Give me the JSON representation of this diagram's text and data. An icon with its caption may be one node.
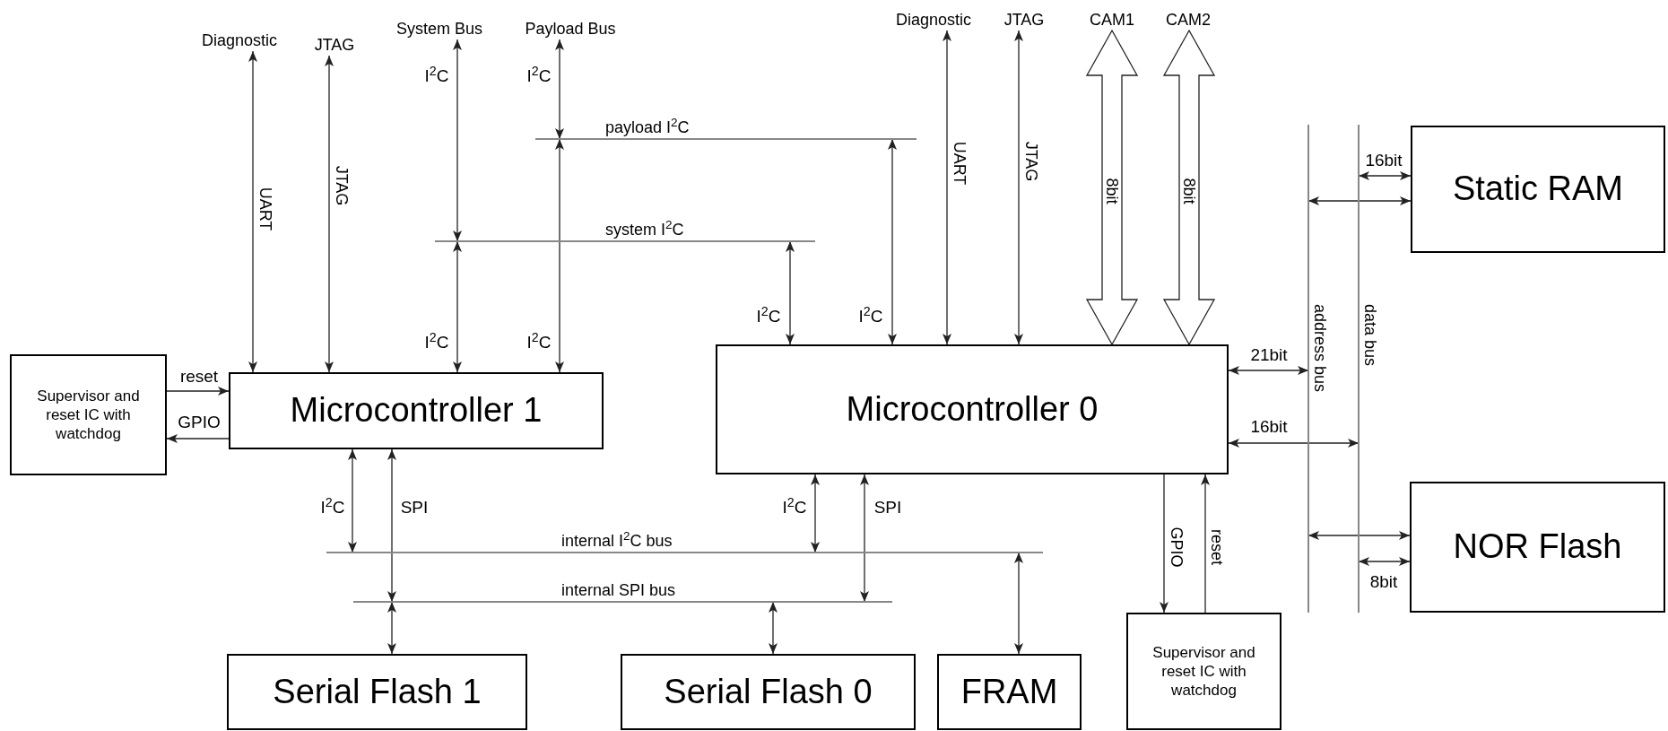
{
  "diagram": {
    "nodes": [
      {
        "text": [
          "Diagnostic"
        ]
      },
      {
        "text": [
          "JTAG"
        ]
      },
      {
        "text": [
          "System Bus"
        ]
      },
      {
        "text": [
          "Payload Bus"
        ]
      },
      {
        "text": [
          "Diagnostic"
        ]
      },
      {
        "text": [
          "JTAG"
        ]
      },
      {
        "text": [
          "CAM1"
        ]
      },
      {
        "text": [
          "CAM2"
        ]
      },
      {
        "text": [
          "payload I$^{2}$C"
        ]
      },
      {
        "text": [
          "system I$^{2}$C"
        ]
      },
      {
        "text": [
          "Static RAM"
        ]
      },
      {
        "text": [
          "address bus"
        ]
      },
      {
        "text": [
          "data bus"
        ]
      },
      {
        "text": [
          "Supervisor and reset IC with watchdog"
        ]
      },
      {
        "text": [
          "Microcontroller 1"
        ]
      },
      {
        "text": [
          "Microcontroller 0"
        ]
      },
      {
        "text": [
          "NOR Flash"
        ]
      },
      {
        "text": [
          "internal I$^{2}$C bus"
        ]
      },
      {
        "text": [
          "internal SPI bus"
        ]
      },
      {
        "text": [
          "Supervisor and reset IC with watchdog"
        ]
      },
      {
        "text": [
          "Serial Flash 1"
        ]
      },
      {
        "text": [
          "Serial Flash 0"
        ]
      },
      {
        "text": [
          "FRAM"
        ]
      }
    ],
    "edges": [
      {
        "from": 14,
        "to": 0,
        "arrow": "both",
        "label": "UART"
      },
      {
        "from": 14,
        "to": 1,
        "arrow": "both",
        "label": "JTAG"
      },
      {
        "from": 9,
        "to": 2,
        "arrow": "both",
        "label": "I$^{2}$C"
      },
      {
        "from": 8,
        "to": 3,
        "arrow": "both",
        "label": "I$^{2}$C"
      },
      {
        "from": 14,
        "to": 9,
        "arrow": "both",
        "label": "I$^{2}$C"
      },
      {
        "from": 14,
        "to": 8,
        "arrow": "both",
        "label": "I$^{2}$C"
      },
      {
        "from": 15,
        "to": 9,
        "arrow": "both",
        "label": "I$^{2}$C"
      },
      {
        "from": 15,
        "to": 8,
        "arrow": "both",
        "label": "I$^{2}$C"
      },
      {
        "from": 15,
        "to": 4,
        "arrow": "both",
        "label": "UART"
      },
      {
        "from": 15,
        "to": 5,
        "arrow": "both",
        "label": "JTAG"
      },
      {
        "from": 15,
        "to": 6,
        "arrow": "both",
        "label": "8bit",
        "style": "thick"
      },
      {
        "from": 15,
        "to": 7,
        "arrow": "both",
        "label": "8bit",
        "style": "thick"
      },
      {
        "from": 12,
        "to": 10,
        "arrow": "both",
        "label": "16bit"
      },
      {
        "from": 11,
        "to": 10,
        "arrow": "both"
      },
      {
        "from": 15,
        "to": 11,
        "arrow": "both",
        "label": "21bit"
      },
      {
        "from": 15,
        "to": 12,
        "arrow": "both",
        "label": "16bit"
      },
      {
        "from": 13,
        "to": 14,
        "arrow": "to",
        "label": "reset"
      },
      {
        "from": 14,
        "to": 13,
        "arrow": "to",
        "label": "GPIO"
      },
      {
        "from": 14,
        "to": 17,
        "arrow": "both",
        "label": "I$^{2}$C"
      },
      {
        "from": 14,
        "to": 18,
        "arrow": "both",
        "label": "SPI"
      },
      {
        "from": 15,
        "to": 17,
        "arrow": "both",
        "label": "I$^{2}$C"
      },
      {
        "from": 15,
        "to": 18,
        "arrow": "both",
        "label": "SPI"
      },
      {
        "from": 18,
        "to": 20,
        "arrow": "both"
      },
      {
        "from": 18,
        "to": 21,
        "arrow": "both"
      },
      {
        "from": 17,
        "to": 22,
        "arrow": "both"
      },
      {
        "from": 15,
        "to": 19,
        "arrow": "to",
        "label": "GPIO"
      },
      {
        "from": 19,
        "to": 15,
        "arrow": "to",
        "label": "reset"
      },
      {
        "from": 11,
        "to": 16,
        "arrow": "both"
      },
      {
        "from": 12,
        "to": 16,
        "arrow": "both",
        "label": "8bit"
      }
    ]
  }
}
